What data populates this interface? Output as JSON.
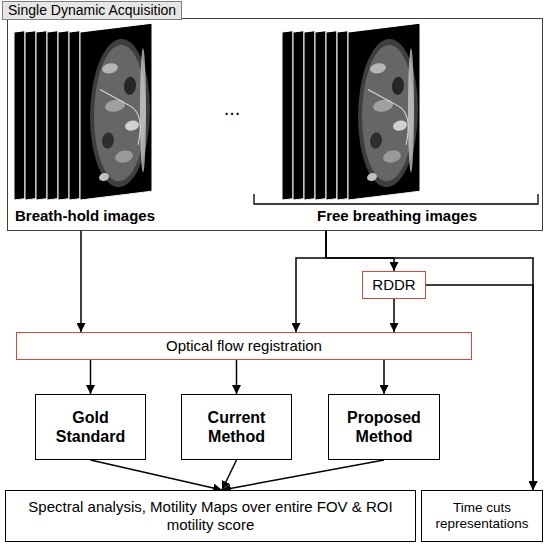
{
  "diagram": {
    "nodes": [
      {
        "text": [
          "Single Dynamic Acquisition"
        ]
      },
      {
        "text": [
          "RDDR"
        ]
      },
      {
        "text": [
          "Optical flow registration"
        ]
      },
      {
        "text": [
          "Gold Standard"
        ]
      },
      {
        "text": [
          "Current Method"
        ]
      },
      {
        "text": [
          "Proposed Method"
        ]
      },
      {
        "text": [
          "Spectral analysis, Motility Maps over entire FOV & ROI motility score"
        ]
      },
      {
        "text": [
          "Time cuts representations"
        ]
      }
    ],
    "edges": [
      {
        "from": 0,
        "to": 2,
        "arrow": "to"
      },
      {
        "from": 0,
        "to": 2,
        "arrow": "to"
      },
      {
        "from": 0,
        "to": 1,
        "arrow": "to"
      },
      {
        "from": 0,
        "to": 7,
        "arrow": "to"
      },
      {
        "from": 1,
        "to": 7,
        "arrow": "to"
      },
      {
        "from": 1,
        "to": 2,
        "arrow": "to"
      },
      {
        "from": 2,
        "to": 3,
        "arrow": "to"
      },
      {
        "from": 2,
        "to": 4,
        "arrow": "to"
      },
      {
        "from": 2,
        "to": 5,
        "arrow": "to"
      },
      {
        "from": 3,
        "to": 6,
        "arrow": "to"
      },
      {
        "from": 4,
        "to": 6,
        "arrow": "to"
      },
      {
        "from": 5,
        "to": 6,
        "arrow": "to"
      }
    ],
    "labels": [
      "...",
      "Breath-hold images",
      "Free breathing images"
    ]
  }
}
